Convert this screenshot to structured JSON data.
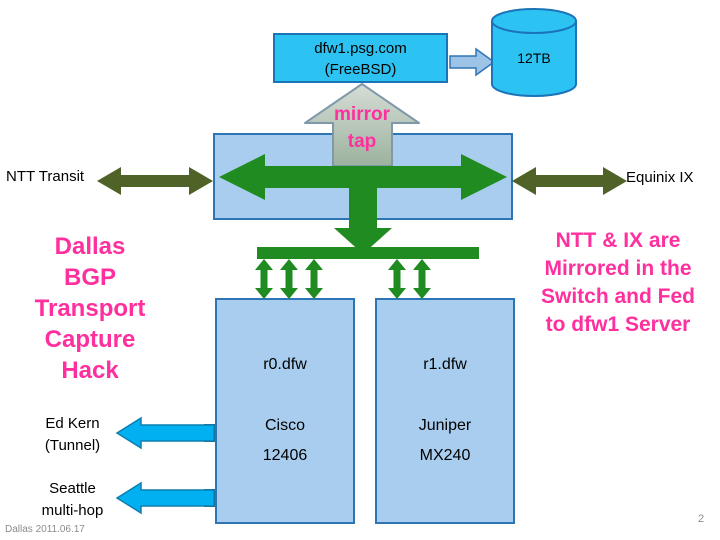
{
  "slide": {
    "footer": "Dallas 2011.06.17",
    "page_number": "2"
  },
  "colors": {
    "box_cyan": "#2cc3f2",
    "panel_blue": "#a8cdee",
    "panel_border": "#2e75b6",
    "arrow_green": "#1f8b21",
    "arrow_olive": "#4f6228",
    "arrow_cyan": "#00b0f0",
    "arrow_blue_fill": "#9dc3e6",
    "text_magenta": "#ff2f9e"
  },
  "server": {
    "name": "dfw1.psg.com",
    "os": "(FreeBSD)"
  },
  "storage": {
    "label": "12TB"
  },
  "mirror_tap": {
    "line1": "mirror",
    "line2": "tap"
  },
  "links": {
    "left": "NTT Transit",
    "right": "Equinix IX"
  },
  "routers": {
    "r0": {
      "name": "r0.dfw",
      "vendor": "Cisco",
      "model": "12406"
    },
    "r1": {
      "name": "r1.dfw",
      "vendor": "Juniper",
      "model": "MX240"
    }
  },
  "title_note": {
    "lines": [
      "Dallas",
      "BGP",
      "Transport",
      "Capture",
      "Hack"
    ]
  },
  "side_note": {
    "lines": [
      "NTT & IX are",
      "Mirrored in the",
      "Switch and Fed",
      "to dfw1 Server"
    ]
  },
  "tunnels": {
    "t1": {
      "line1": "Ed Kern",
      "line2": "(Tunnel)"
    },
    "t2": {
      "line1": "Seattle",
      "line2": "multi-hop"
    }
  }
}
